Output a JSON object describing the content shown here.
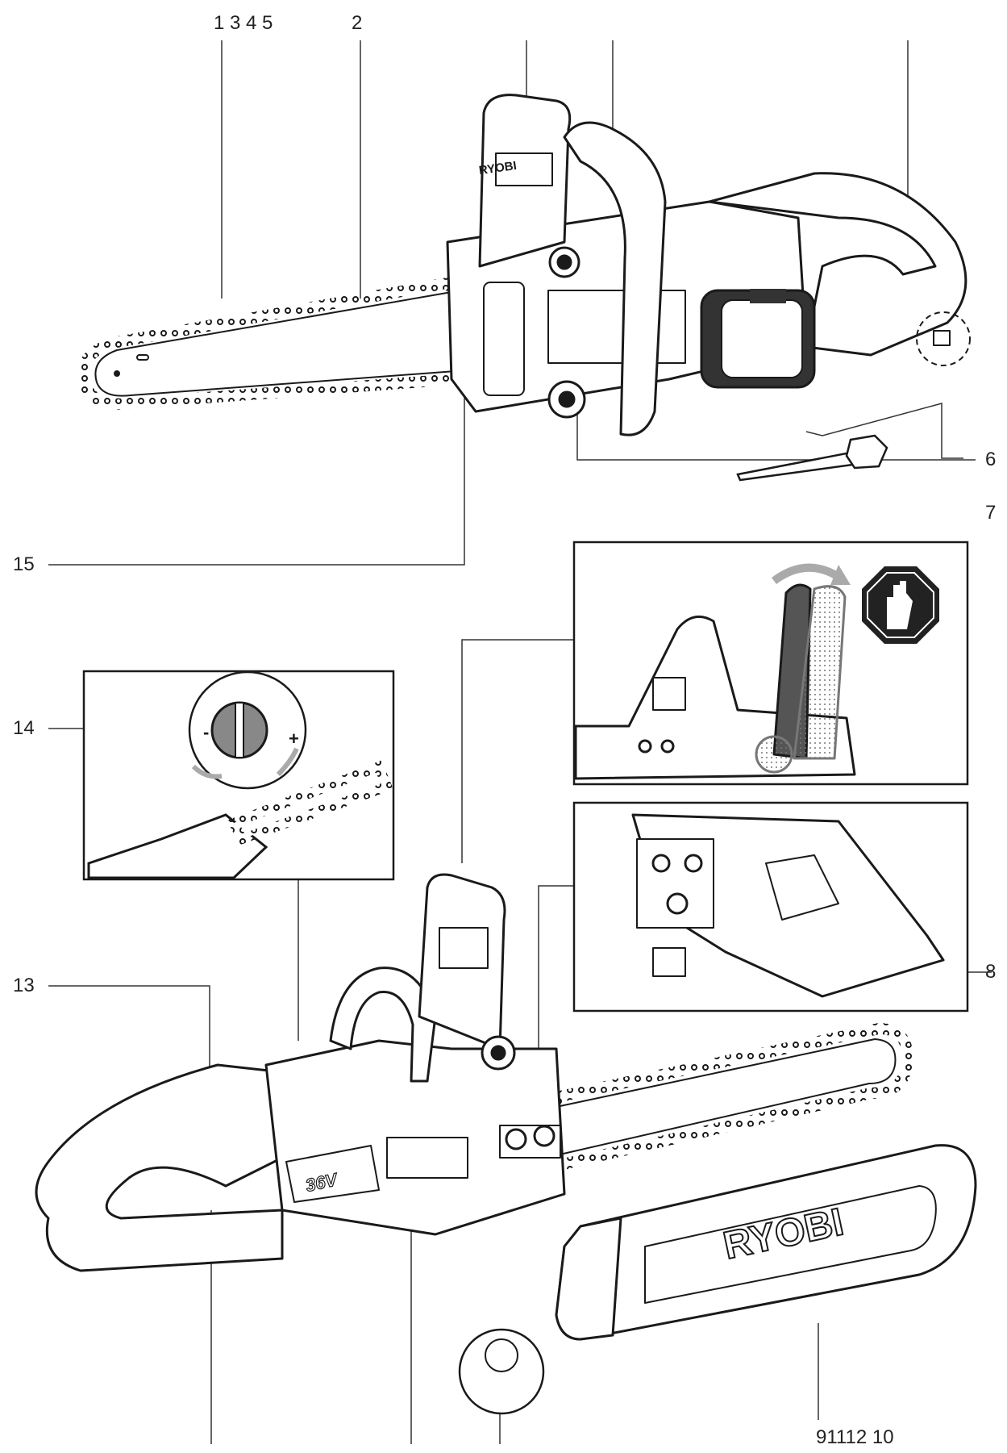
{
  "callouts": {
    "c_top_group": "1 3 4 5",
    "c_2": "2",
    "c_6": "6",
    "c_7": "7",
    "c_15": "15",
    "c_14": "14",
    "c_13": "13",
    "c_8": "8",
    "c_bottom_group": "91112 10"
  },
  "markings": {
    "brand_top": "RYOBI",
    "brand_cover": "RYOBI",
    "voltage": "36V",
    "knob_minus": "-",
    "knob_plus": "+"
  },
  "colors": {
    "line": "#1a1a1a",
    "stop_sign": "#222222",
    "brake_handle": "#555555",
    "battery": "#333333"
  }
}
